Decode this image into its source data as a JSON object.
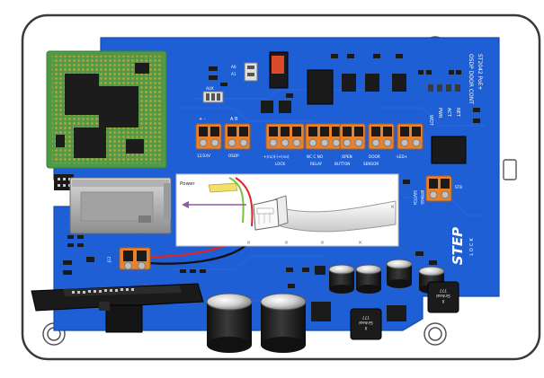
{
  "colors": {
    "pcb_blue": "#1f5fd6",
    "pcb_blue_dark": "#174cb0",
    "module_green": "#4f9a47",
    "terminal_orange": "#e9822a",
    "enclosure_outline": "#3a3a3a"
  },
  "board": {
    "brand": "STEP",
    "brand_sub": "LOCK",
    "title_lines": [
      "ST2042 PoE+",
      "OSDP DOOR CONT"
    ]
  },
  "labels": {
    "aux": "AUX",
    "a0": "A0",
    "a1": "A1",
    "ab": "A B",
    "v12_24": "12/24V",
    "osdp": "OSDP",
    "lock_pins": "+(nc)(-)+(no)",
    "lock": "LOCK",
    "relay_pins": "NC  C  NO",
    "relay": "RELAY",
    "open_button_top": "OPEN",
    "open_button": "BUTTON",
    "door_top": "DOOR",
    "door_sensor": "SENSOR",
    "led": "-LED+",
    "bypass": "BYPASS",
    "switch": "SWITCH",
    "j12": "J12",
    "st8": "ST8",
    "ind_wdt": "WDT",
    "ind_pwr": "PWR",
    "ind_act": "ACT",
    "ind_net": "NET",
    "inductor_top": "777",
    "inductor_mid": "Sinheal",
    "inductor_bot": "X"
  },
  "panel": {
    "label": "Power"
  },
  "icons": [
    "ethernet-cable-icon",
    "arrow-left-icon"
  ]
}
